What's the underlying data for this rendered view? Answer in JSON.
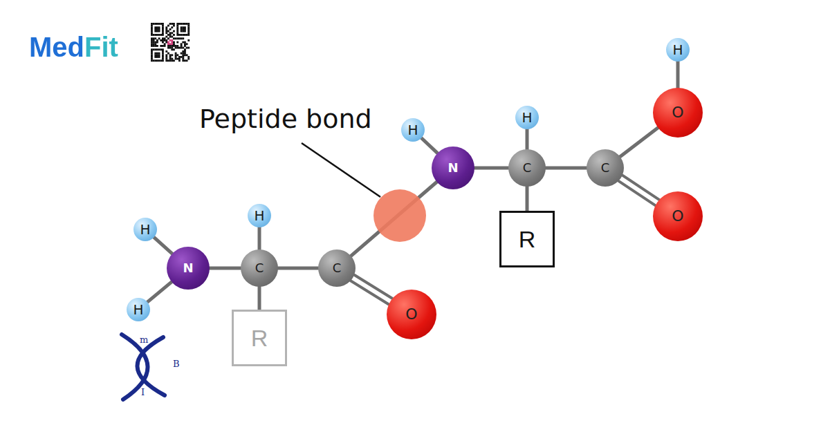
{
  "diagram": {
    "nodes": [
      {
        "text": [
          "H"
        ]
      },
      {
        "text": [
          "H"
        ]
      },
      {
        "text": [
          "N"
        ]
      },
      {
        "text": [
          "H"
        ]
      },
      {
        "text": [
          "C"
        ]
      },
      {
        "text": [
          "R"
        ]
      },
      {
        "text": [
          "C"
        ]
      },
      {
        "text": [
          "O"
        ]
      },
      {
        "text": [
          "H"
        ]
      },
      {
        "text": [
          "N"
        ]
      },
      {
        "text": [
          "H"
        ]
      },
      {
        "text": [
          "C"
        ]
      },
      {
        "text": [
          "R"
        ]
      },
      {
        "text": [
          "C"
        ]
      },
      {
        "text": [
          "O"
        ]
      },
      {
        "text": [
          "H"
        ]
      },
      {
        "text": [
          "O"
        ]
      }
    ],
    "edges": [
      {
        "from": 0,
        "to": 2,
        "arrow": "none"
      },
      {
        "from": 1,
        "to": 2,
        "arrow": "none"
      },
      {
        "from": 2,
        "to": 4,
        "arrow": "none"
      },
      {
        "from": 3,
        "to": 4,
        "arrow": "none"
      },
      {
        "from": 4,
        "to": 5,
        "arrow": "none"
      },
      {
        "from": 4,
        "to": 6,
        "arrow": "none"
      },
      {
        "from": 6,
        "to": 7,
        "arrow": "none"
      },
      {
        "from": 6,
        "to": 9,
        "arrow": "none"
      },
      {
        "from": 8,
        "to": 9,
        "arrow": "none"
      },
      {
        "from": 9,
        "to": 11,
        "arrow": "none"
      },
      {
        "from": 10,
        "to": 11,
        "arrow": "none"
      },
      {
        "from": 11,
        "to": 12,
        "arrow": "none"
      },
      {
        "from": 11,
        "to": 13,
        "arrow": "none"
      },
      {
        "from": 13,
        "to": 14,
        "arrow": "none"
      },
      {
        "from": 14,
        "to": 15,
        "arrow": "none"
      },
      {
        "from": 13,
        "to": 16,
        "arrow": "none"
      }
    ],
    "labels": [
      "MedFit",
      "Peptide bond",
      "m",
      "B",
      "I"
    ]
  }
}
